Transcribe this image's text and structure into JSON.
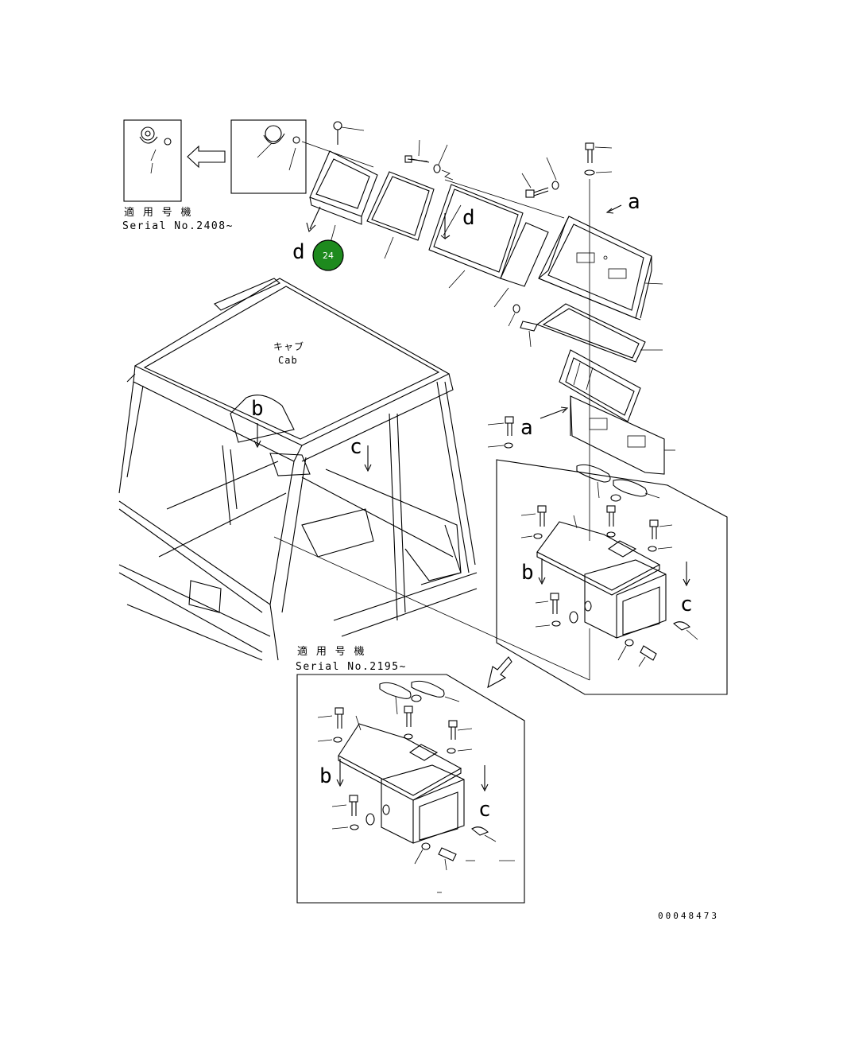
{
  "labels": {
    "serial_top_jp": "適 用 号 機",
    "serial_top": "Serial No.2408~",
    "serial_bottom_jp": "適 用 号 機",
    "serial_bottom": "Serial No.2195~",
    "cab_jp": "キャブ",
    "cab_en": "Cab",
    "doc_number": "00048473"
  },
  "view_letters": {
    "a_top": "a",
    "a_mid": "a",
    "b_cab": "b",
    "c_cab": "c",
    "d_left": "d",
    "d_panel": "d",
    "b_detail": "b",
    "c_detail": "c",
    "b_detail2": "b",
    "c_detail2": "c"
  },
  "callout": {
    "number": "24",
    "color": "#1e8a1e"
  },
  "colors": {
    "line": "#000000",
    "background": "#ffffff"
  }
}
